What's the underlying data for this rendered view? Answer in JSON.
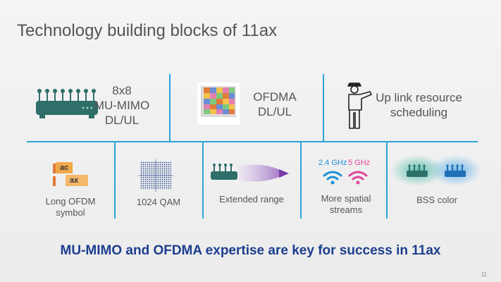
{
  "title": "Technology building blocks of 11ax",
  "top_row": [
    {
      "lines": [
        "8x8",
        "MU-MIMO",
        "DL/UL"
      ],
      "icon": "router-icon"
    },
    {
      "lines": [
        "OFDMA",
        "DL/UL"
      ],
      "icon": "ofdma-grid-icon"
    },
    {
      "lines": [
        "Up link resource",
        "scheduling"
      ],
      "icon": "traffic-officer-icon"
    }
  ],
  "bottom_row": [
    {
      "lines": [
        "Long OFDM",
        "symbol"
      ],
      "tags": [
        "ac",
        "ax"
      ],
      "icon": "symbol-length-icon"
    },
    {
      "lines": [
        "1024 QAM"
      ],
      "icon": "constellation-icon"
    },
    {
      "lines": [
        "Extended range"
      ],
      "icon": "extended-range-icon"
    },
    {
      "lines": [
        "More spatial",
        "streams"
      ],
      "bands": [
        "2.4 GHz",
        "5 GHz"
      ],
      "icon": "wifi-icon"
    },
    {
      "lines": [
        "BSS color"
      ],
      "icon": "bss-color-icon"
    }
  ],
  "footer": "MU-MIMO and OFDMA expertise are key for success in 11ax",
  "page_number": "11",
  "colors": {
    "accent_line": "#2ea3d6",
    "footer_text": "#1d3e8f",
    "router": "#2f6f6a",
    "band_24": "#1a8fd6",
    "band_5": "#e0449a",
    "tag_ac": "#f0a94a",
    "tag_ax": "#f3b86a"
  }
}
